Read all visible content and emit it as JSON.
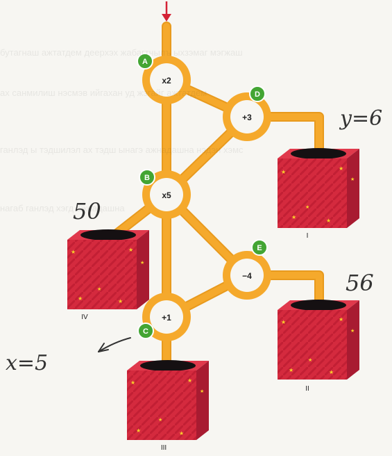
{
  "background_lines": [
    "бутагнаш ажтатдем деерхэх жабагтчылъ ыхзэмаг мэгжаш",
    "ах санмилиш нэсмэв ийгахан уд жэгайг ажтатдем",
    "ганлэд ы тэдшилэл ах тэдш ынагэ ажнадашна нэдэн хэмс",
    "нагаб ганлэд хэгд ажнадашна"
  ],
  "operations": {
    "A": {
      "letter": "A",
      "op": "x2"
    },
    "B": {
      "letter": "B",
      "op": "x5"
    },
    "C": {
      "letter": "C",
      "op": "+1"
    },
    "D": {
      "letter": "D",
      "op": "+3"
    },
    "E": {
      "letter": "E",
      "op": "−4"
    }
  },
  "boxes": {
    "I": {
      "label": "I"
    },
    "II": {
      "label": "II"
    },
    "III": {
      "label": "III"
    },
    "IV": {
      "label": "IV"
    }
  },
  "annotations": {
    "y": "y=6",
    "fifty": "50",
    "fiftysix": "56",
    "x": "x=5"
  },
  "colors": {
    "pipe": "#f5a92c",
    "pipe_dark": "#e89a1e",
    "box_front": "#d42a3e",
    "box_side": "#a81b31",
    "box_top": "#e0394c",
    "hole": "#151012",
    "star": "#f9cf2b",
    "badge": "#43a533",
    "arrow": "#d42235"
  }
}
